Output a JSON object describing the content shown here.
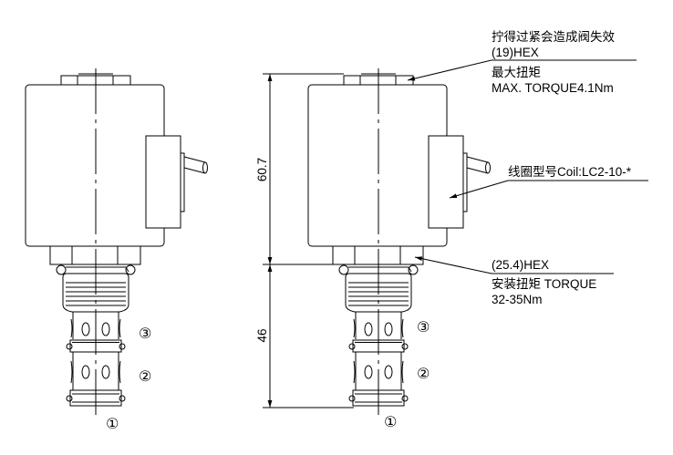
{
  "annotations": {
    "warning": "拧得过紧会造成阀失效",
    "top_hex": "(19)HEX",
    "max_torque_cn": "最大扭矩",
    "max_torque": "MAX. TORQUE4.1Nm",
    "coil": "线圈型号Coil:LC2-10-*",
    "bottom_hex": "(25.4)HEX",
    "install_torque": "安装扭矩 TORQUE",
    "install_torque_value": "32-35Nm"
  },
  "dimensions": {
    "coil_height": "60.7",
    "body_length": "46"
  },
  "ports": [
    "③",
    "②",
    "①"
  ]
}
